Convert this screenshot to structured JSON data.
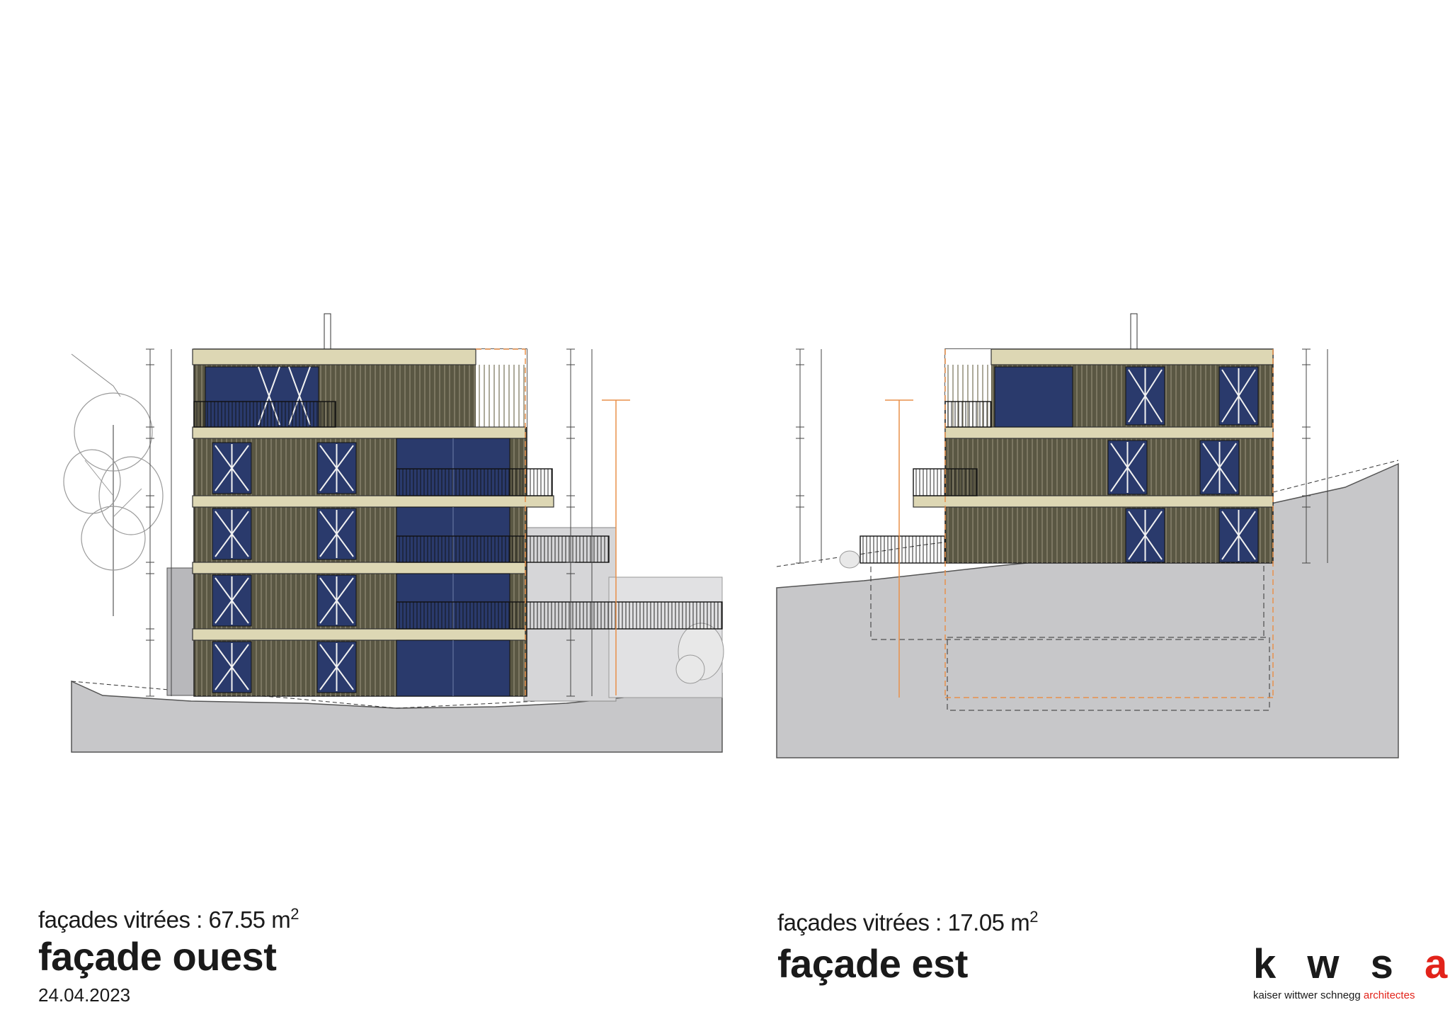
{
  "west": {
    "glass_prefix": "façades vitrées : 67.55 m",
    "glass_sup": "2",
    "title": "façade ouest",
    "date": "24.04.2023"
  },
  "east": {
    "glass_prefix": "façades vitrées : 17.05 m",
    "glass_sup": "2"
  },
  "east_title": "façade est",
  "brand": {
    "letters": "k w s",
    "accent_letter": "a",
    "tagline": "kaiser wittwer schnegg",
    "tagline_accent": "architectes"
  },
  "colors": {
    "ground": "#c7c7c9",
    "cladding": "#5a5743",
    "slab": "#ddd7b4",
    "glass": "#2a3a6c",
    "dim_orange": "#e8904a",
    "annotation_red": "#e2231a"
  }
}
